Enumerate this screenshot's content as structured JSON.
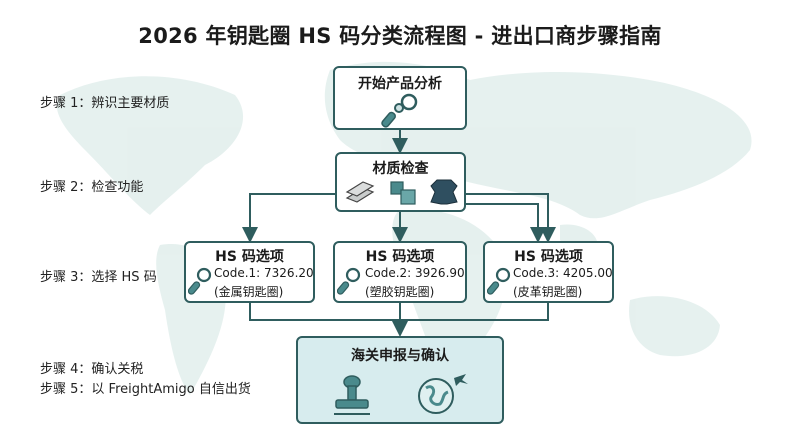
{
  "title": "2026 年钥匙圈 HS 码分类流程图 - 进出口商步骤指南",
  "steps": {
    "s1": "步骤 1：辨识主要材质",
    "s2": "步骤 2：检查功能",
    "s3": "步骤 3：选择 HS 码",
    "s4": "步骤 4：确认关税",
    "s5": "步骤 5：以 FreightAmigo 自信出货"
  },
  "nodes": {
    "start": "开始产品分析",
    "material": "材质检查",
    "options": [
      {
        "head": "HS 码选项",
        "code": "Code.1: 7326.20",
        "desc": "(金属钥匙圈)"
      },
      {
        "head": "HS 码选项",
        "code": "Code.2: 3926.90",
        "desc": "(塑胶钥匙圈)"
      },
      {
        "head": "HS 码选项",
        "code": "Code.3: 4205.00",
        "desc": "(皮革钥匙圈)"
      }
    ],
    "customs": "海关申报与确认"
  }
}
